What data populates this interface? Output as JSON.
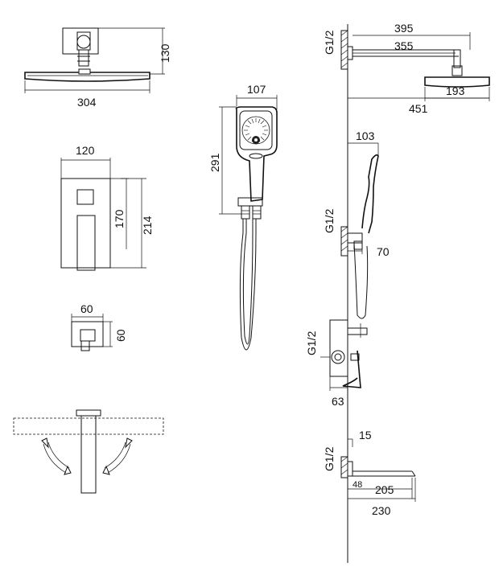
{
  "dimensions": {
    "head_width": "304",
    "head_height": "130",
    "valve_width": "120",
    "valve_inner": "170",
    "valve_outer": "214",
    "diverter_w": "60",
    "diverter_h": "60",
    "handshower_w": "107",
    "handshower_h": "291",
    "arm_long": "395",
    "arm_short": "355",
    "head_diameter": "193",
    "total_reach": "451",
    "holder_width": "103",
    "holder_depth": "70",
    "valve_depth": "63",
    "spout_min": "15",
    "spout_inner": "48",
    "spout_reach": "205",
    "spout_total": "230"
  },
  "thread_labels": [
    "G1/2",
    "G1/2",
    "G1/2",
    "G1/2"
  ]
}
